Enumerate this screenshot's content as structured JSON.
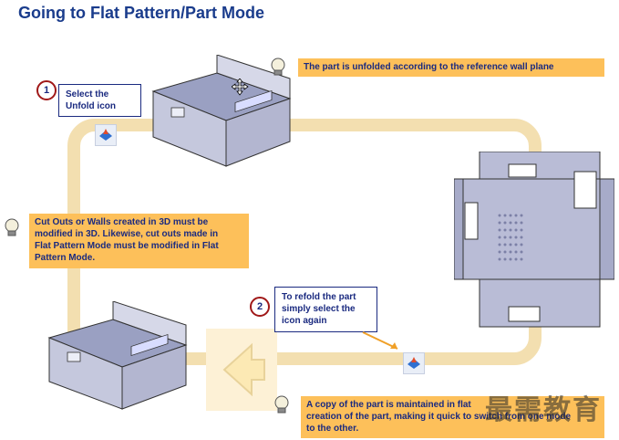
{
  "title": "Going to Flat Pattern/Part Mode",
  "step1": {
    "number": "1",
    "text_line1": "Select the",
    "text_line2": "Unfold icon"
  },
  "step2": {
    "number": "2",
    "text_line1": "To refold the part",
    "text_line2": "simply select the",
    "text_line3": "icon again"
  },
  "note_unfold": "The part is unfolded according to the reference wall plane",
  "note_cutouts": {
    "line1": "Cut Outs or Walls created in 3D must be",
    "line2": "modified in 3D. Likewise, cut outs made in",
    "line3": "Flat Pattern Mode must be modified in Flat",
    "line4": "Pattern Mode."
  },
  "note_copy": {
    "line1": "A copy of the part is maintained in flat",
    "line1b": "creation of the part,",
    "line2": "creation of the part, making it quick to switch from one mode",
    "line3": "to the other."
  },
  "watermark": "最需教育",
  "icons": [
    "lightbulb-icon",
    "unfold-icon",
    "move-cursor-icon",
    "back-arrow-icon"
  ],
  "colors": {
    "title": "#1a3c8c",
    "note_bg": "#fdc05a",
    "track": "#f3dfb0",
    "step_ring": "#a01818"
  }
}
